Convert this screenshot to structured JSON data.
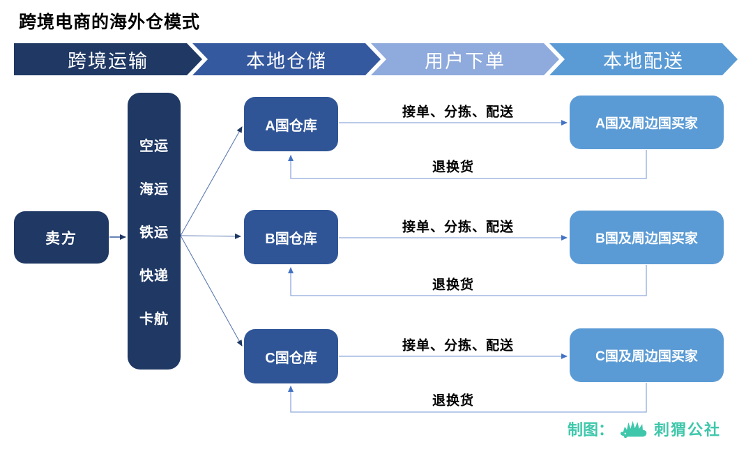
{
  "title": "跨境电商的海外仓模式",
  "banner": {
    "stages": [
      {
        "label": "跨境运输",
        "color": "#1F3864"
      },
      {
        "label": "本地仓储",
        "color": "#35599E"
      },
      {
        "label": "用户下单",
        "color": "#8FAADC"
      },
      {
        "label": "本地配送",
        "color": "#5B9BD5"
      }
    ]
  },
  "seller": {
    "label": "卖方"
  },
  "transport": {
    "modes": [
      "空运",
      "海运",
      "铁运",
      "快递",
      "卡航"
    ]
  },
  "rows": [
    {
      "warehouse": "A国仓库",
      "buyer": "A国及周边国买家",
      "forward_label": "接单、分拣、配送",
      "return_label": "退换货"
    },
    {
      "warehouse": "B国仓库",
      "buyer": "B国及周边国买家",
      "forward_label": "接单、分拣、配送",
      "return_label": "退换货"
    },
    {
      "warehouse": "C国仓库",
      "buyer": "C国及周边国买家",
      "forward_label": "接单、分拣、配送",
      "return_label": "退换货"
    }
  ],
  "footer": {
    "credit_label": "制图：",
    "brand": "刺猬公社",
    "logo_icon": "hedgehog-icon",
    "color": "#3EC7AB"
  },
  "colors": {
    "navy": "#1F3864",
    "medium_blue": "#2F5597",
    "banner_blue": "#35599E",
    "light_blue": "#8FAADC",
    "sky_blue": "#5B9BD5",
    "connector_line": "#8FAADC",
    "arrowhead": "#4472C4",
    "fan_line": "#5B79B2"
  }
}
